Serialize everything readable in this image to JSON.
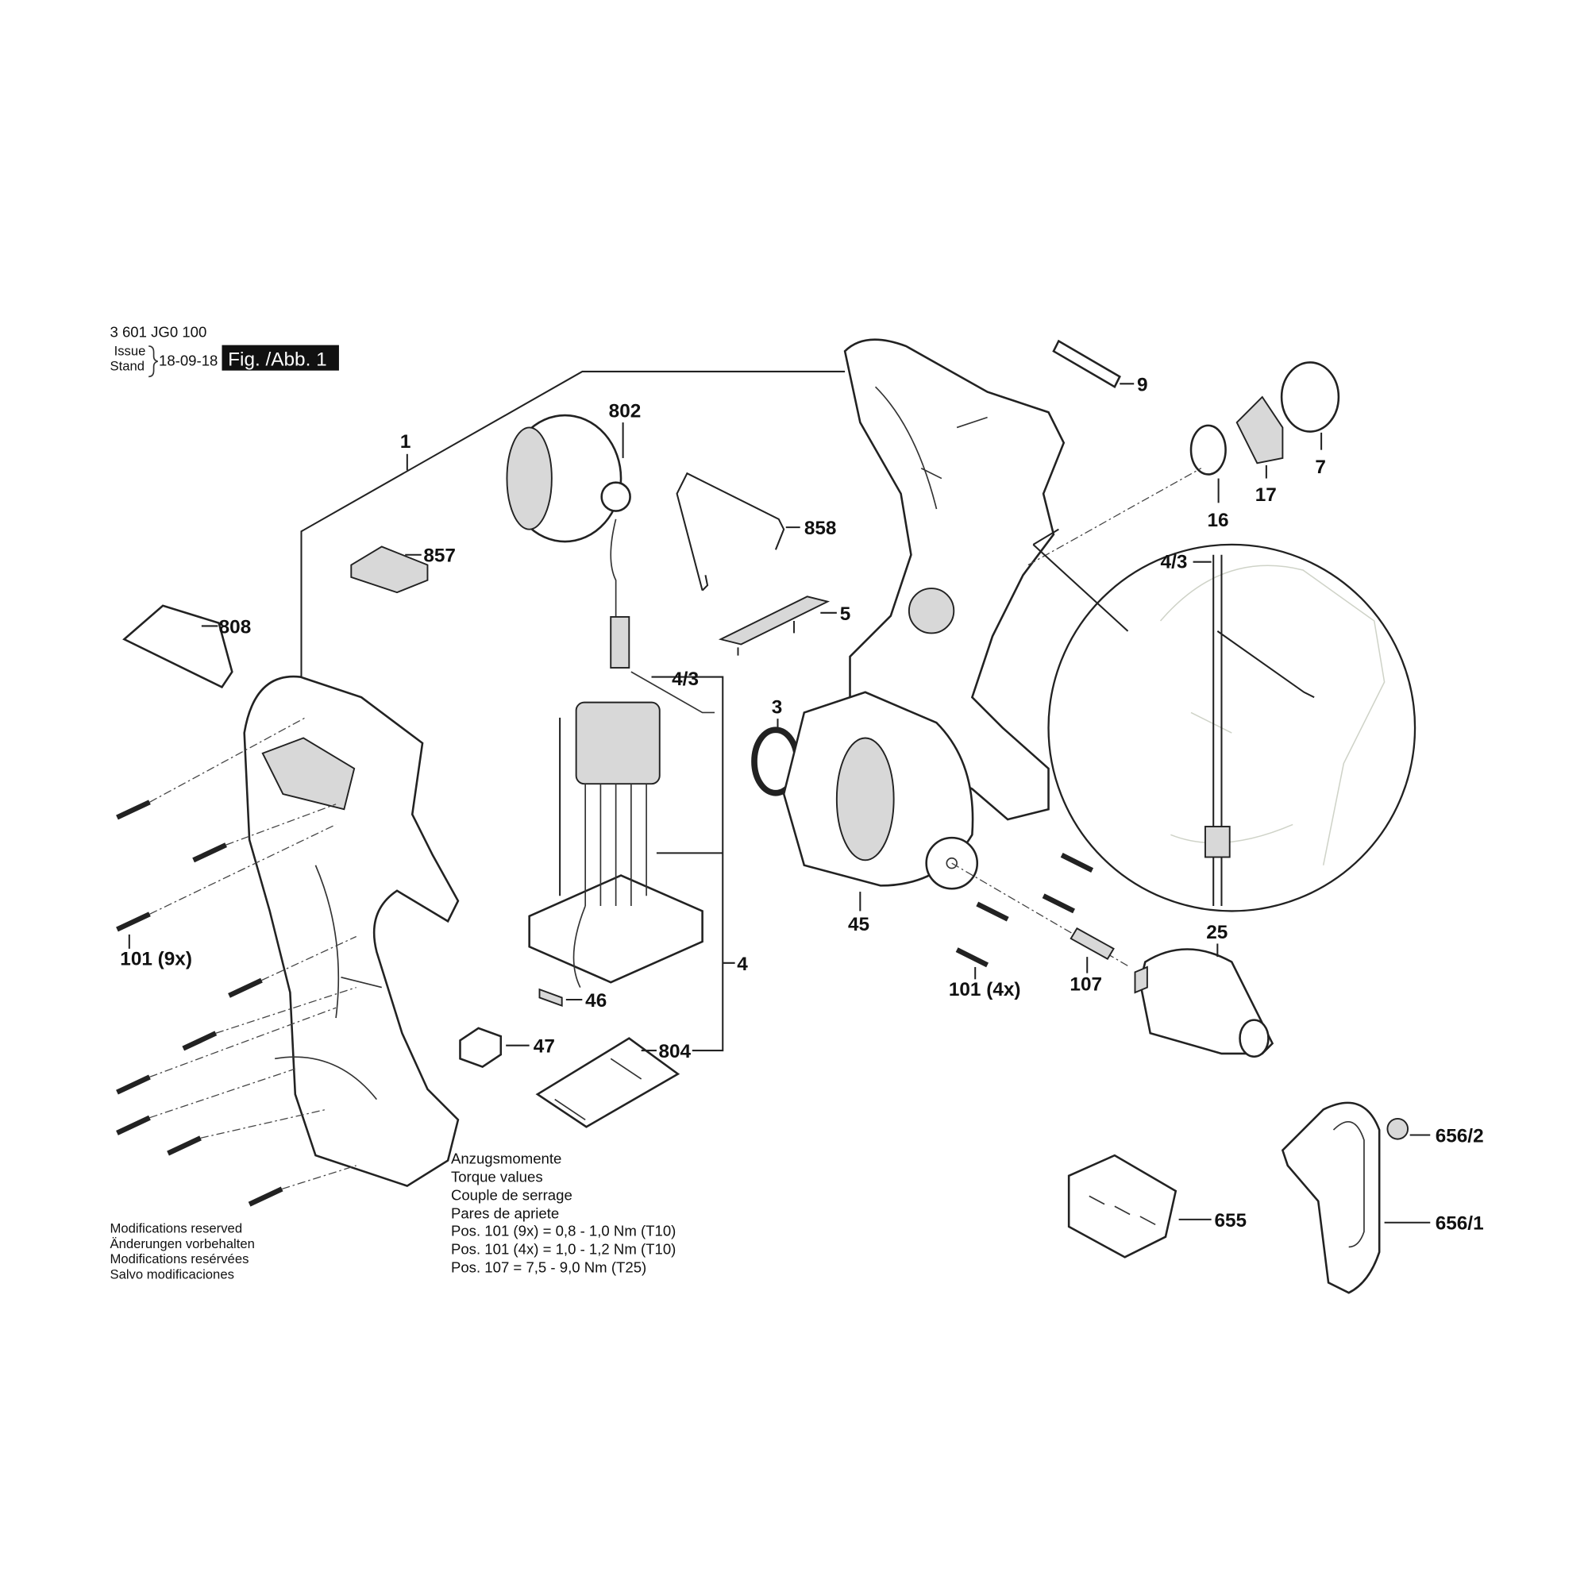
{
  "header": {
    "part_number": "3 601 JG0 100",
    "issue_label": "Issue",
    "stand_label": "Stand",
    "date": "18-09-18",
    "figure": "Fig. /Abb. 1"
  },
  "labels": {
    "l1": "1",
    "l802": "802",
    "l857": "857",
    "l808": "808",
    "l858": "858",
    "l5": "5",
    "l43a": "4/3",
    "l4": "4",
    "l3": "3",
    "l45": "45",
    "l46": "46",
    "l47": "47",
    "l804": "804",
    "l101_9x": "101 (9x)",
    "l101_4x": "101 (4x)",
    "l107": "107",
    "l25": "25",
    "l9": "9",
    "l7": "7",
    "l17": "17",
    "l16": "16",
    "l43b": "4/3",
    "l656_2": "656/2",
    "l655": "655",
    "l656_1": "656/1"
  },
  "torque": {
    "lines": [
      "Anzugsmomente",
      "Torque values",
      "Couple de serrage",
      "Pares de apriete",
      "Pos. 101 (9x) = 0,8 - 1,0 Nm (T10)",
      "Pos. 101 (4x) = 1,0 - 1,2 Nm (T10)",
      "Pos. 107 = 7,5 - 9,0 Nm (T25)"
    ]
  },
  "notice": {
    "lines": [
      "Modifications reserved",
      "Änderungen vorbehalten",
      "Modifications resérvées",
      "Salvo modificaciones"
    ]
  }
}
